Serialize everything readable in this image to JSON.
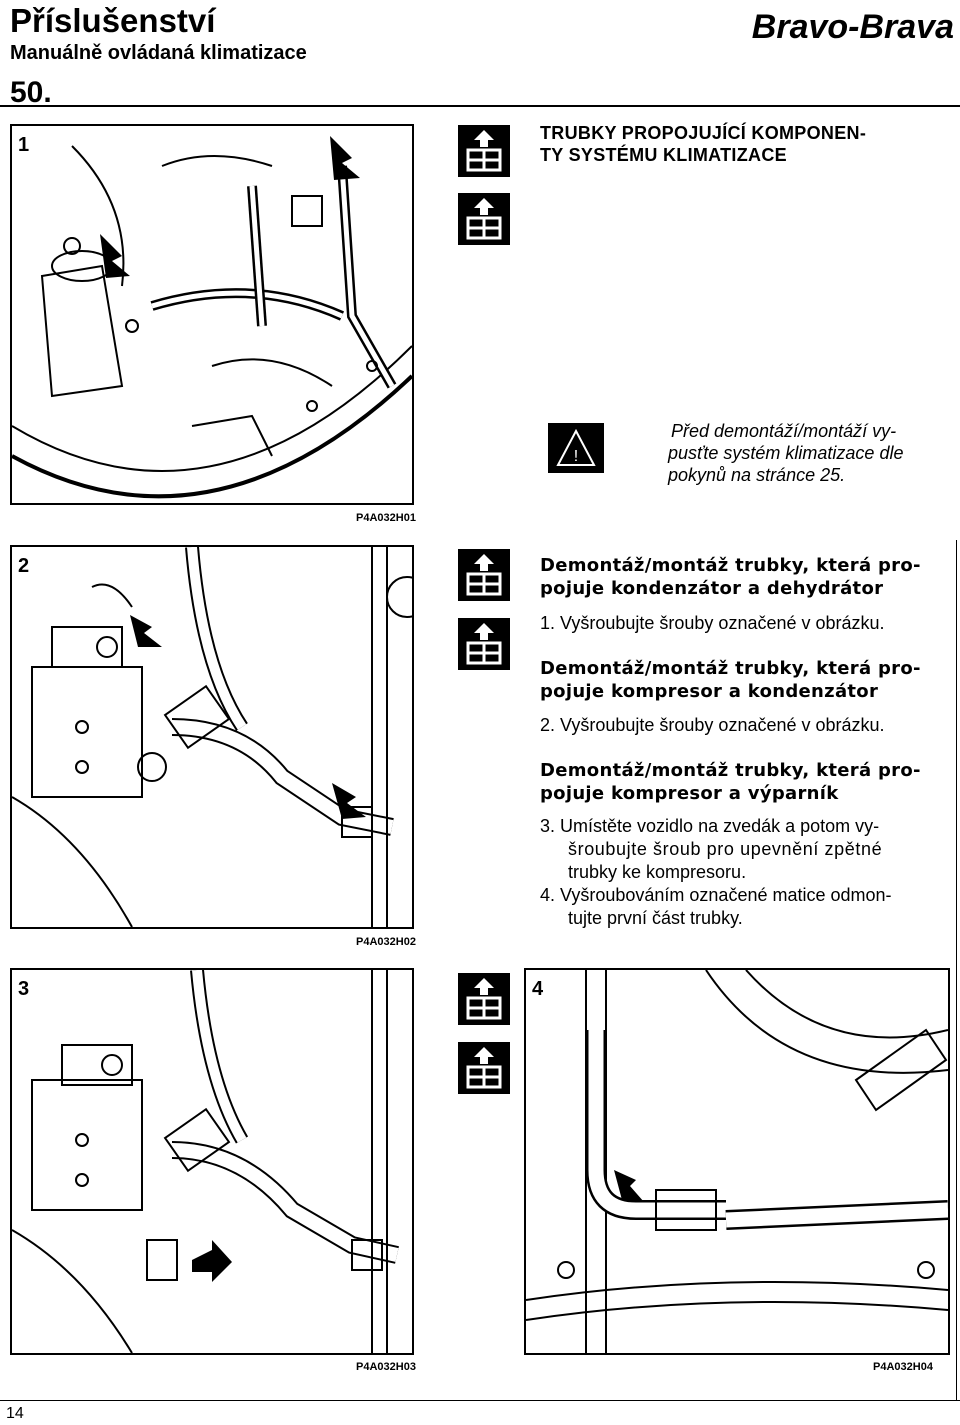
{
  "header": {
    "title": "Příslušenství",
    "subtitle": "Manuálně ovládaná klimatizace",
    "section": "50.",
    "model": "Bravo-Brava"
  },
  "figures": {
    "f1": {
      "num": "1",
      "code": "P4A032H01"
    },
    "f2": {
      "num": "2",
      "code": "P4A032H02"
    },
    "f3": {
      "num": "3",
      "code": "P4A032H03"
    },
    "f4": {
      "num": "4",
      "code": "P4A032H04"
    }
  },
  "text": {
    "main_heading_1": "TRUBKY PROPOJUJÍCÍ KOMPONEN-",
    "main_heading_2": "TY SYSTÉMU KLIMATIZACE",
    "warning_1": "Před demontáží/montáží vy-",
    "warning_2": "pusťte systém klimatizace dle",
    "warning_3": "pokynů na stránce 25.",
    "h_a_1": "Demontáž/montáž trubky, která pro-",
    "h_a_2": "pojuje kondenzátor a dehydrátor",
    "step_1": "1.  Vyšroubujte šrouby označené v obrázku.",
    "h_b_1": "Demontáž/montáž trubky, která pro-",
    "h_b_2": "pojuje kompresor a kondenzátor",
    "step_2": "2.  Vyšroubujte šrouby označené v obrázku.",
    "h_c_1": "Demontáž/montáž trubky, která pro-",
    "h_c_2": "pojuje kompresor a výparník",
    "step_3_1": "3.  Umístěte vozidlo na zvedák a potom vy-",
    "step_3_2": "šroubujte šroub pro upevnění zpětné",
    "step_3_3": "trubky ke kompresoru.",
    "step_4_1": "4.  Vyšroubováním označené matice odmon-",
    "step_4_2": "tujte první část trubky."
  },
  "footer": {
    "page": "14"
  },
  "icons": [
    "removal-icon",
    "refit-icon",
    "warning-icon"
  ]
}
